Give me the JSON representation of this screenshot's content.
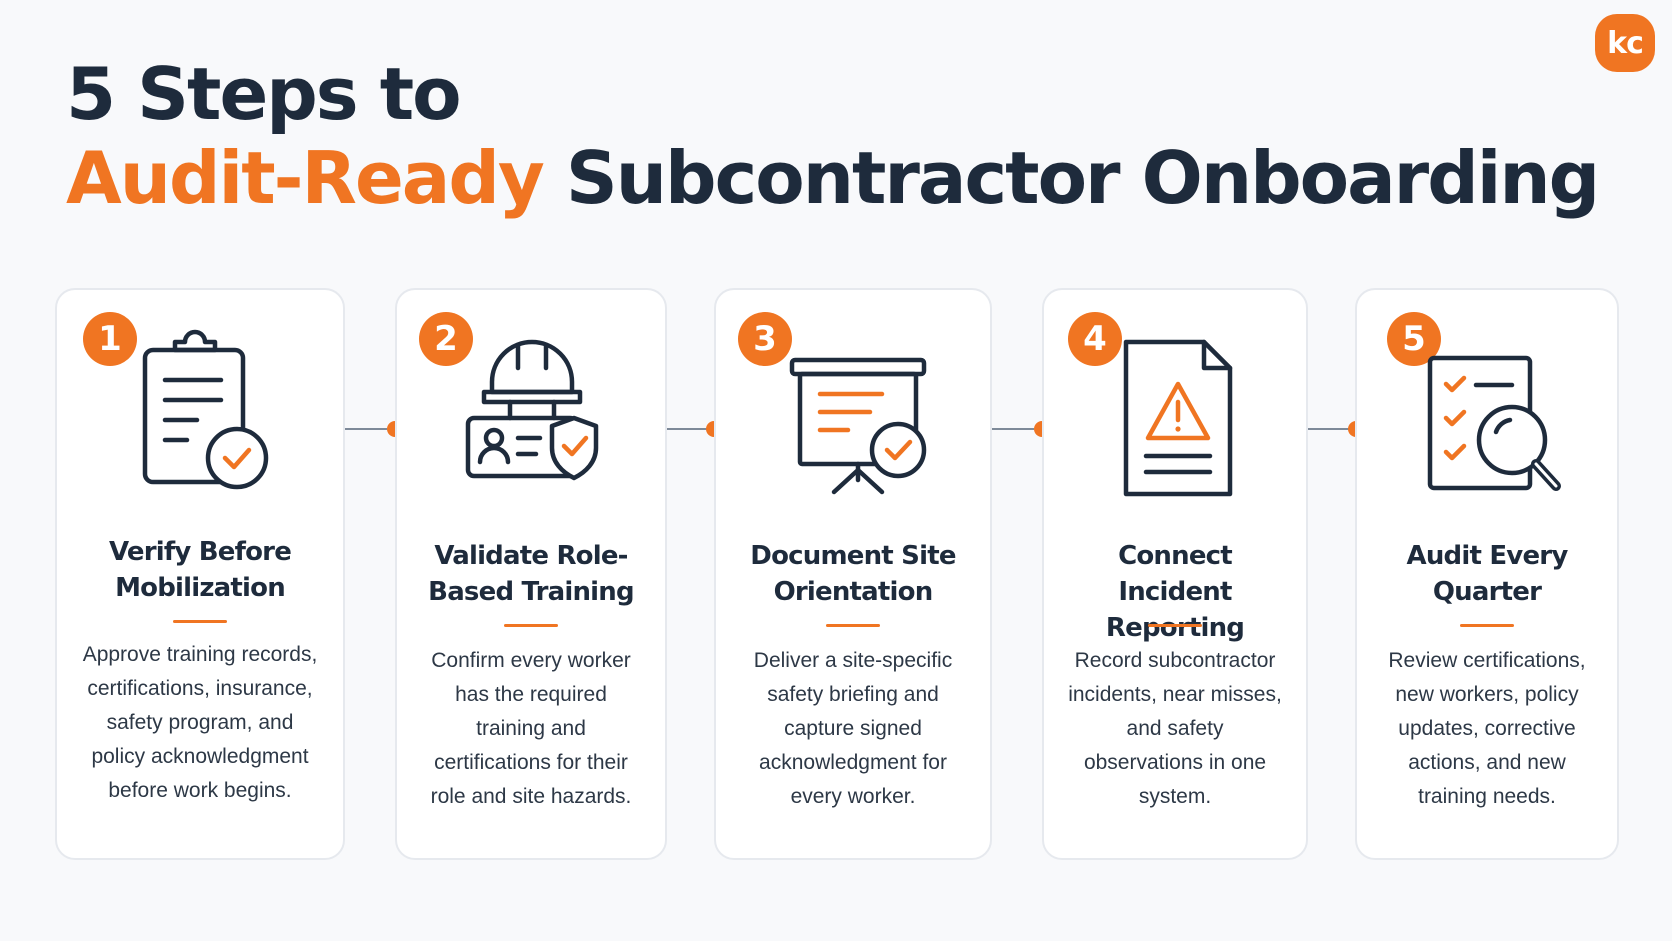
{
  "logo": {
    "text": "kc",
    "color": "#f07522"
  },
  "title": {
    "line1": "5 Steps to",
    "accent": "Audit-Ready",
    "rest": "Subcontractor Onboarding"
  },
  "colors": {
    "accent": "#f07522",
    "dark": "#1e2b3c"
  },
  "steps": [
    {
      "number": "1",
      "icon": "clipboard-check-icon",
      "title": "Verify Before Mobilization",
      "description": "Approve training records, certifications, insurance, safety program, and policy acknowledgment before work begins."
    },
    {
      "number": "2",
      "icon": "hardhat-id-shield-icon",
      "title": "Validate Role-Based Training",
      "description": "Confirm every worker has the required training and certifications for their role and site hazards."
    },
    {
      "number": "3",
      "icon": "presentation-board-check-icon",
      "title": "Document Site Orientation",
      "description": "Deliver a site-specific safety briefing and capture signed acknowledgment for every worker."
    },
    {
      "number": "4",
      "icon": "document-warning-icon",
      "title": "Connect Incident Reporting",
      "description": "Record subcontractor incidents, near misses, and safety observations in one system."
    },
    {
      "number": "5",
      "icon": "checklist-magnifier-icon",
      "title": "Audit Every Quarter",
      "description": "Review certifications, new workers, policy updates, corrective actions, and new training needs."
    }
  ]
}
